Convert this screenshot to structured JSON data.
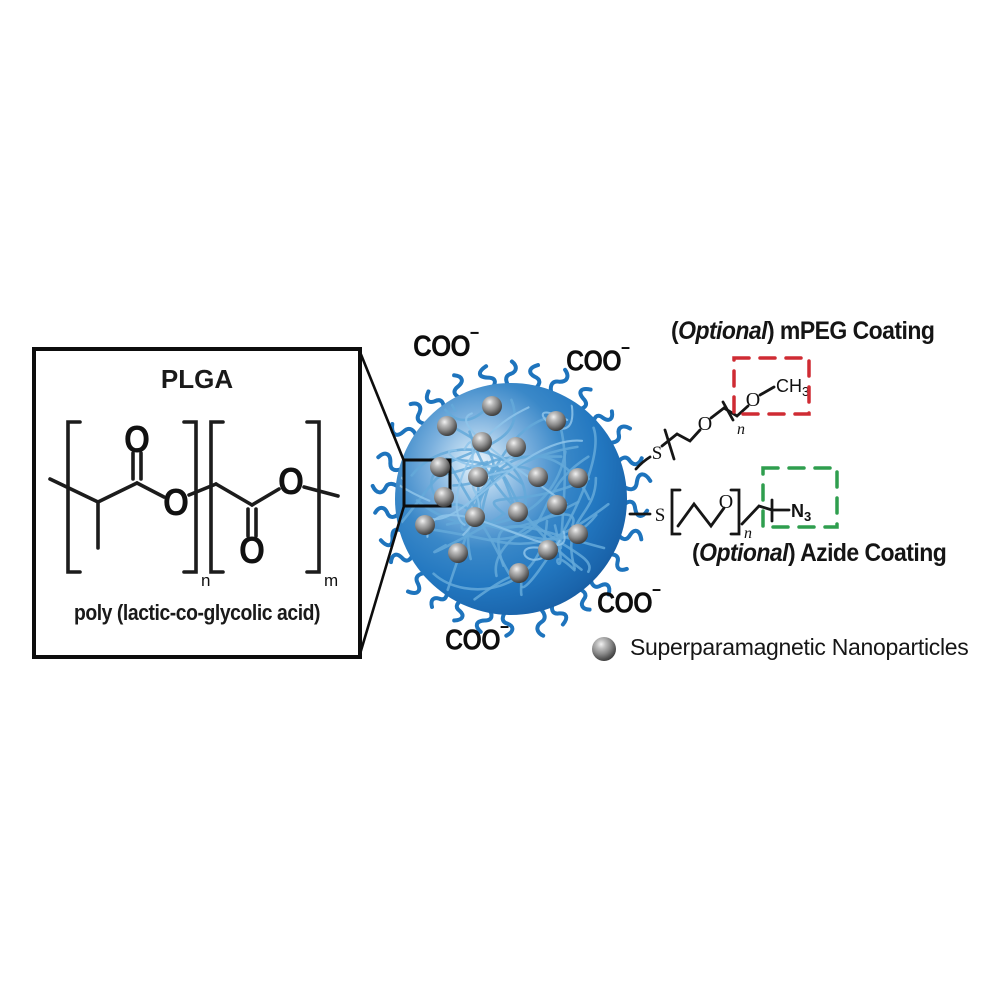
{
  "plga_box": {
    "title": "PLGA",
    "caption": "poly (lactic-co-glycolic acid)",
    "atom_o": "O",
    "sub_n": "n",
    "sub_m": "m"
  },
  "sphere": {
    "coo_label": {
      "base": "COO",
      "charge": "−"
    },
    "coo_count": 4,
    "nanoparticle_count": 18,
    "nanoparticle_positions": [
      [
        492,
        406
      ],
      [
        447,
        426
      ],
      [
        556,
        421
      ],
      [
        482,
        442
      ],
      [
        516,
        447
      ],
      [
        440,
        467
      ],
      [
        478,
        477
      ],
      [
        538,
        477
      ],
      [
        578,
        478
      ],
      [
        444,
        497
      ],
      [
        425,
        525
      ],
      [
        475,
        517
      ],
      [
        518,
        512
      ],
      [
        557,
        505
      ],
      [
        578,
        534
      ],
      [
        458,
        553
      ],
      [
        548,
        550
      ],
      [
        519,
        573
      ]
    ],
    "colors": {
      "body": "#2e80c3",
      "rim": "#124e90",
      "highlight": "#ecf5fc",
      "mesh": "#64a9d9",
      "mesh_light": "#8ec4ea",
      "hairs": "#1e74bd"
    }
  },
  "mpeg": {
    "label": {
      "paren_open": "(",
      "optional": "Optional",
      "rest": ") mPEG Coating"
    },
    "chain": {
      "s": "S",
      "o1": "O",
      "sub_n": "n",
      "o2": "O",
      "terminal": "CH",
      "terminal_sub": "3"
    },
    "box_color": "#cf2b33"
  },
  "azide": {
    "label": {
      "paren_open": "(",
      "optional": "Optional",
      "rest": ") Azide Coating"
    },
    "chain": {
      "s": "S",
      "o": "O",
      "sub_n": "n",
      "terminal": "N",
      "terminal_sub": "3"
    },
    "box_color": "#2f9e4e"
  },
  "legend": {
    "label": "Superparamagnetic Nanoparticles",
    "marker_color": "#6a6a6a"
  }
}
